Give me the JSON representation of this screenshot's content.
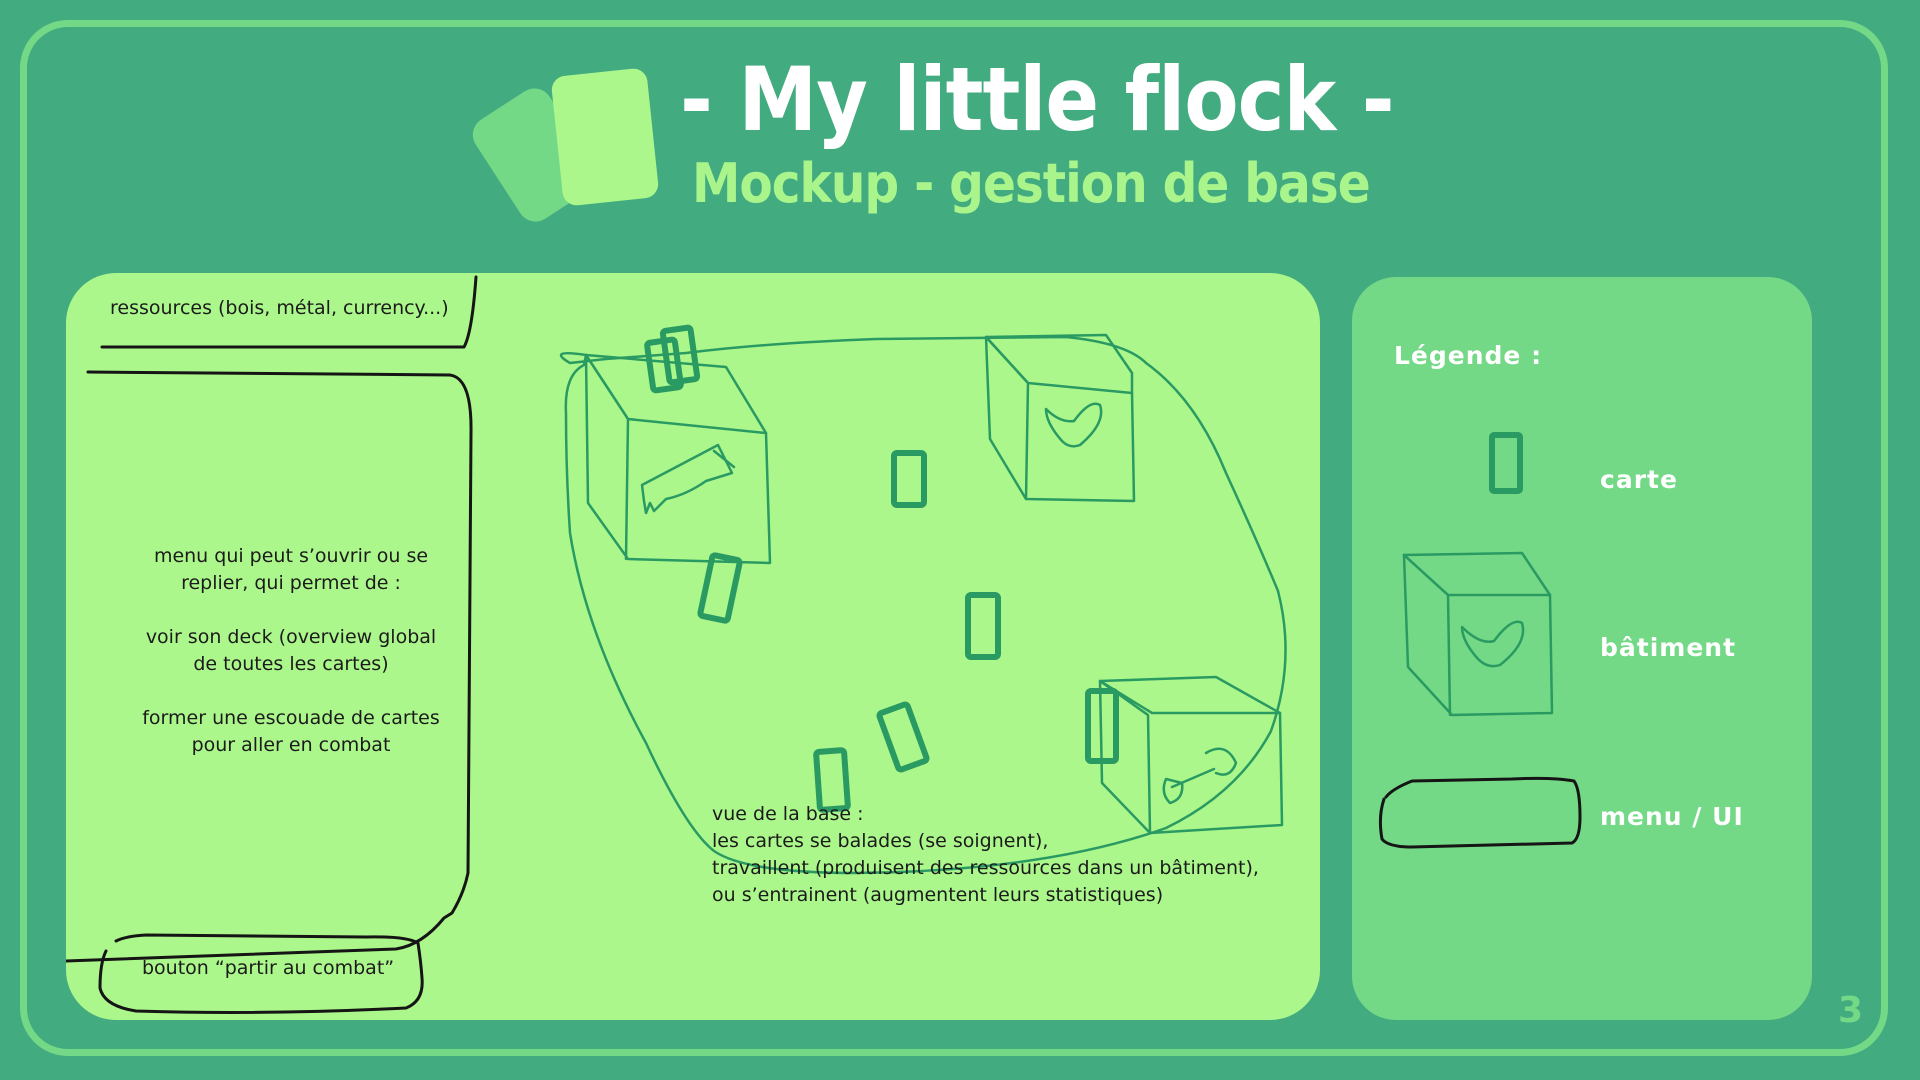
{
  "header": {
    "title": "- My little flock -",
    "subtitle": "Mockup - gestion de base"
  },
  "mockup": {
    "resources_label": "ressources (bois, métal, currency...)",
    "menu_description": [
      "menu qui peut s’ouvrir ou se",
      "replier, qui permet de :",
      "",
      "voir son deck (overview global",
      "de toutes les cartes)",
      "",
      "former une escouade de cartes",
      "pour aller en combat"
    ],
    "combat_button_label": "bouton “partir au combat”",
    "base_description": [
      "vue de la base :",
      "les cartes se balades (se soignent),",
      "travaillent (produisent des ressources dans un bâtiment),",
      "ou s’entrainent (augmentent leurs statistiques)"
    ]
  },
  "legend": {
    "title": "Légende :",
    "items": {
      "card": "carte",
      "building": "bâtiment",
      "menu": "menu / UI"
    }
  },
  "page_number": "3",
  "colors": {
    "background": "#43ab80",
    "frame": "#74d986",
    "mockup_panel": "#acf78b",
    "legend_panel": "#74d986",
    "sketch_stroke": "#2a9a63",
    "ui_stroke": "#151515"
  },
  "icons": [
    "logo-cards-icon",
    "card-icon",
    "building-icon",
    "saw-icon",
    "heart-icon",
    "hammer-icon",
    "menu-outline-icon"
  ]
}
